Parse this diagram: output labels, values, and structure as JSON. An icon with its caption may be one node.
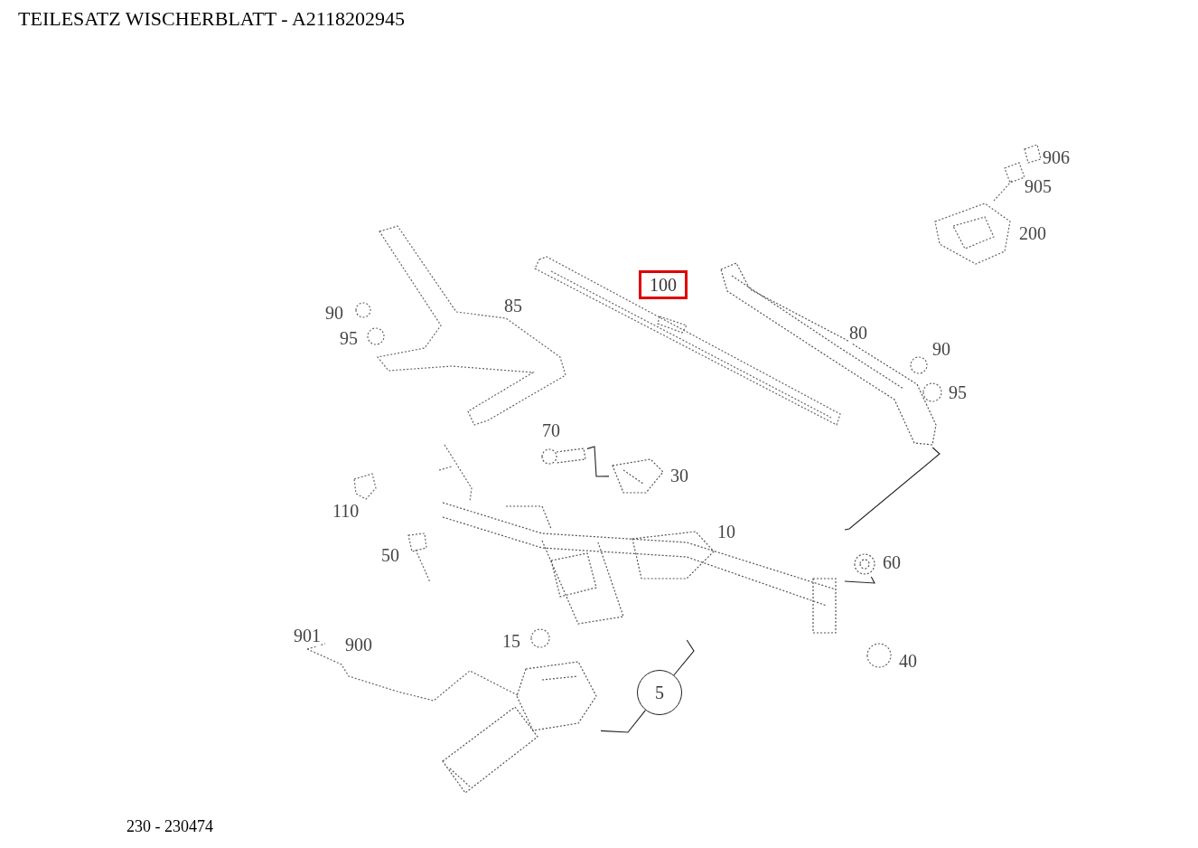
{
  "diagram": {
    "title": "TEILESATZ WISCHERBLATT  - A2118202945",
    "nodes": [
      {
        "text": [
          "5"
        ]
      },
      {
        "text": [],
        "shape": "picture"
      },
      {
        "text": [],
        "shape": "picture"
      },
      {
        "text": [],
        "shape": "picture"
      },
      {
        "text": [],
        "shape": "picture"
      },
      {
        "text": [],
        "shape": "picture"
      },
      {
        "text": [],
        "shape": "picture"
      },
      {
        "text": [
          "100"
        ]
      }
    ],
    "edges": [
      {
        "from": 0,
        "to": 1,
        "arrow": "none"
      },
      {
        "from": 0,
        "to": 2,
        "arrow": "none"
      },
      {
        "from": 3,
        "to": 4,
        "arrow": "none"
      },
      {
        "from": 5,
        "to": 1,
        "arrow": "none"
      },
      {
        "from": 6,
        "to": 1,
        "arrow": "none"
      }
    ],
    "labels": [
      "906",
      "905",
      "200",
      "85",
      "90",
      "80",
      "95",
      "90",
      "95",
      "70",
      "30",
      "110",
      "10",
      "50",
      "60",
      "901",
      "15",
      "900",
      "40",
      "230 - 230474"
    ]
  }
}
